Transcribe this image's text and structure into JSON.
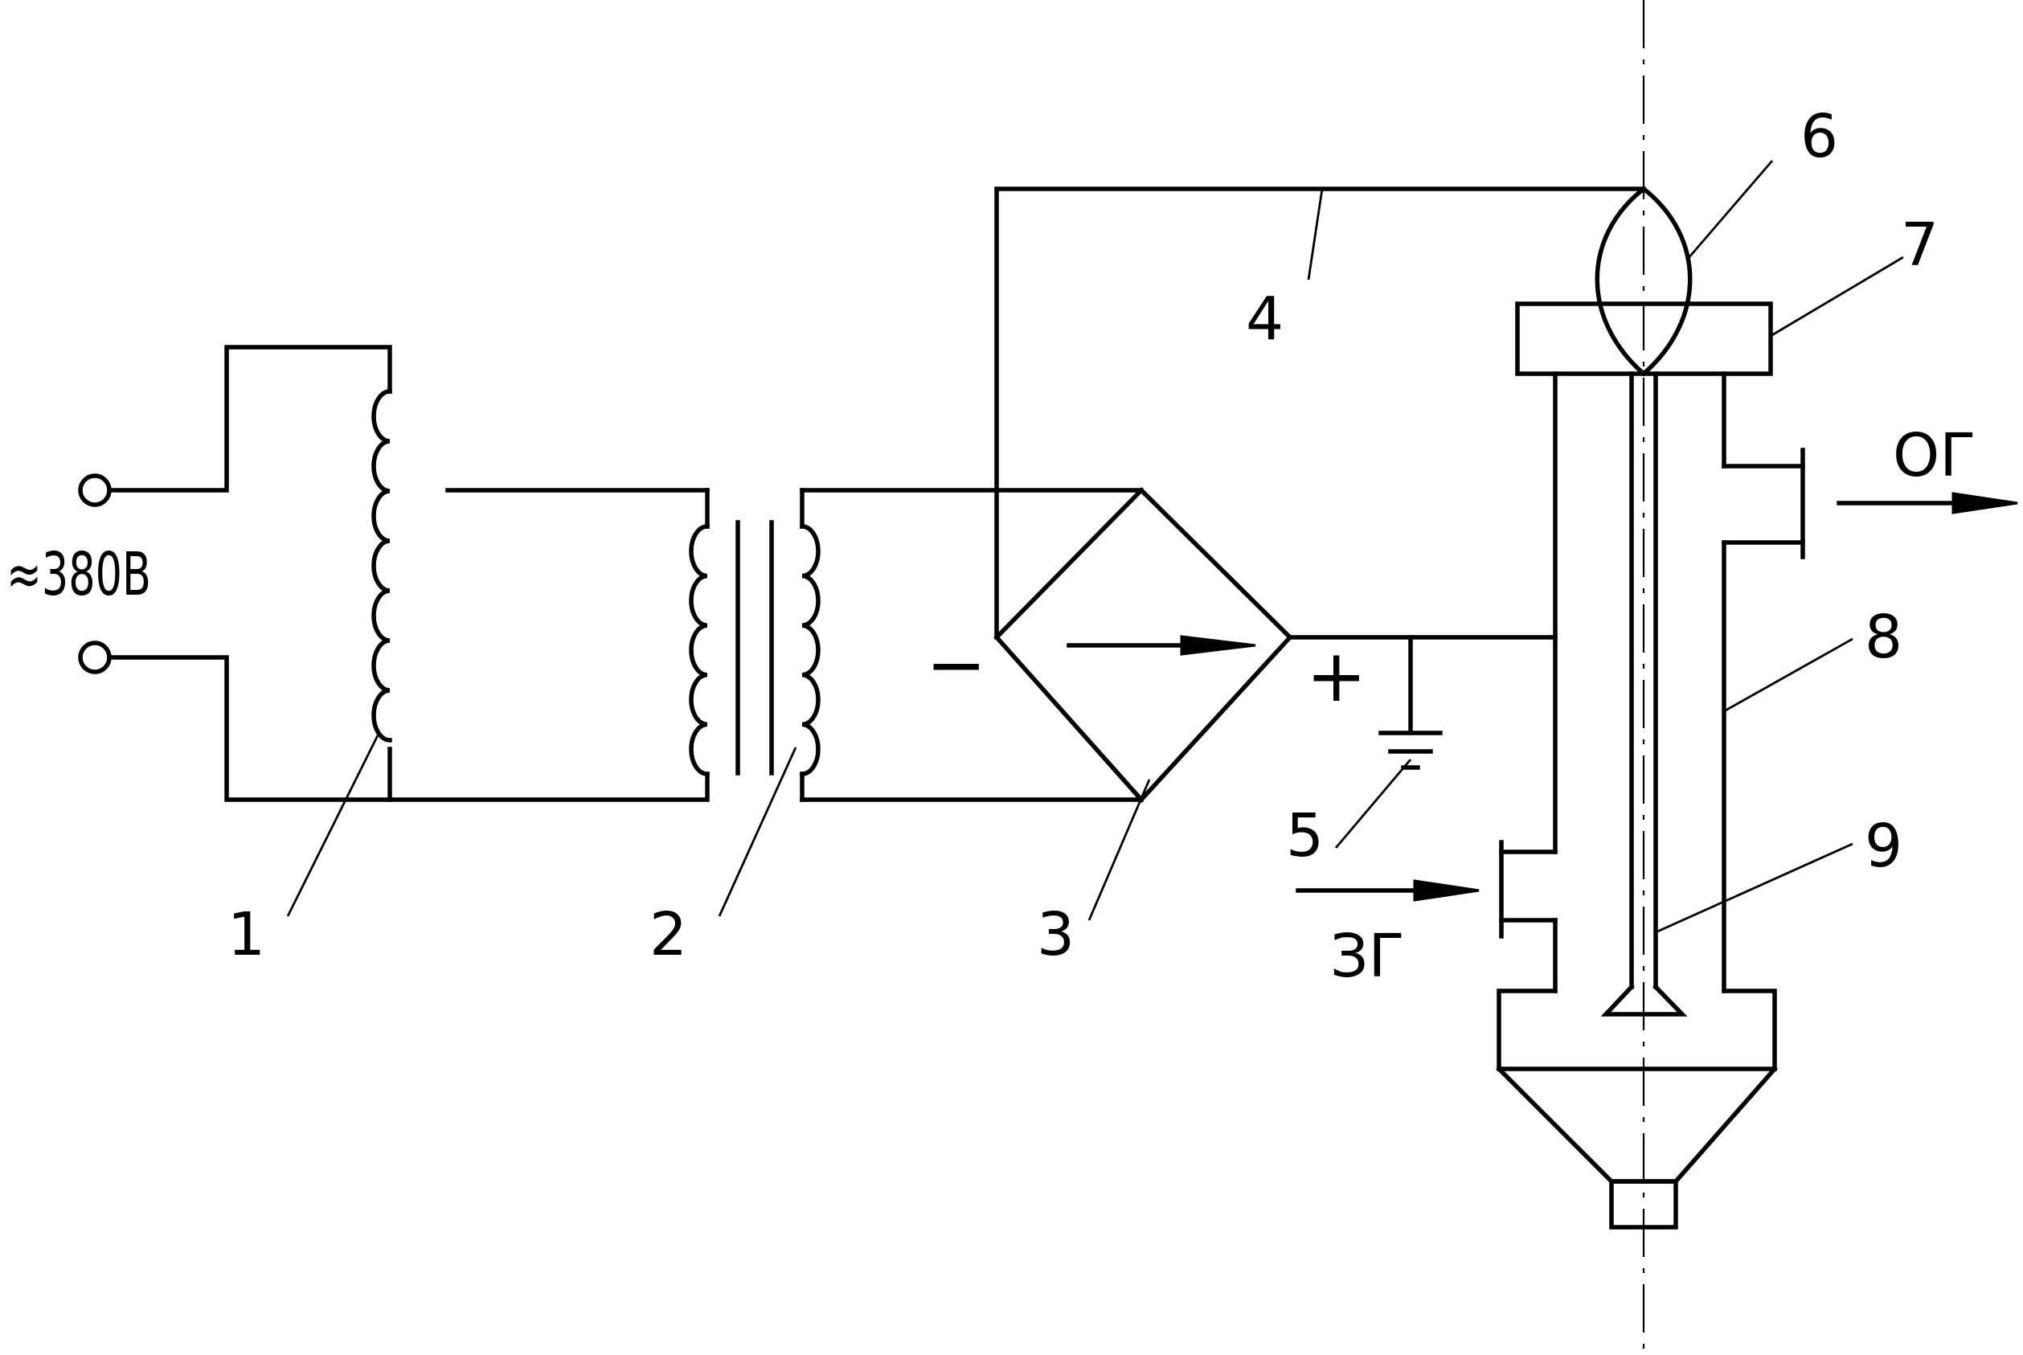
{
  "supply_label": "≈380В",
  "callouts": [
    "1",
    "2",
    "3",
    "4",
    "5",
    "6",
    "7",
    "8",
    "9"
  ],
  "polarity": {
    "minus": "−",
    "plus": "+"
  },
  "flows": {
    "inlet": "ЗГ",
    "outlet": "ОГ"
  }
}
